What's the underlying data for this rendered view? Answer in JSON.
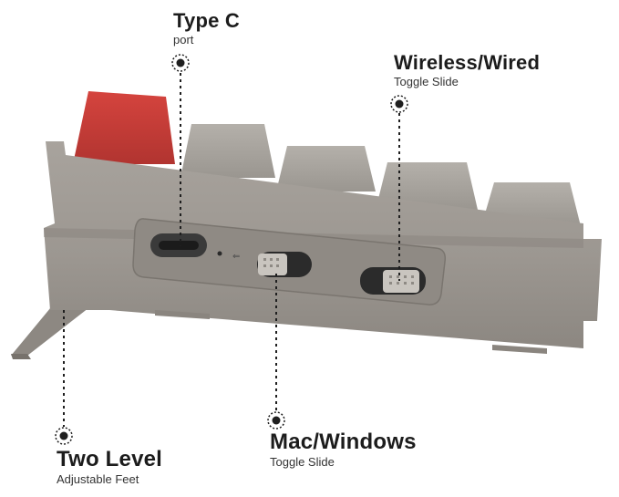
{
  "callouts": {
    "type_c": {
      "title": "Type C",
      "subtitle": "port"
    },
    "wireless_wired": {
      "title": "Wireless/Wired",
      "subtitle": "Toggle Slide"
    },
    "two_level": {
      "title": "Two Level",
      "subtitle": "Adjustable Feet"
    },
    "mac_windows": {
      "title": "Mac/Windows",
      "subtitle": "Toggle Slide"
    }
  },
  "colors": {
    "case": "#9c9791",
    "case_dark": "#837e78",
    "keycap": "#a9a59f",
    "keycap_red": "#c83a35",
    "slider_track": "#2b2b2b",
    "text": "#1c1c1c"
  }
}
